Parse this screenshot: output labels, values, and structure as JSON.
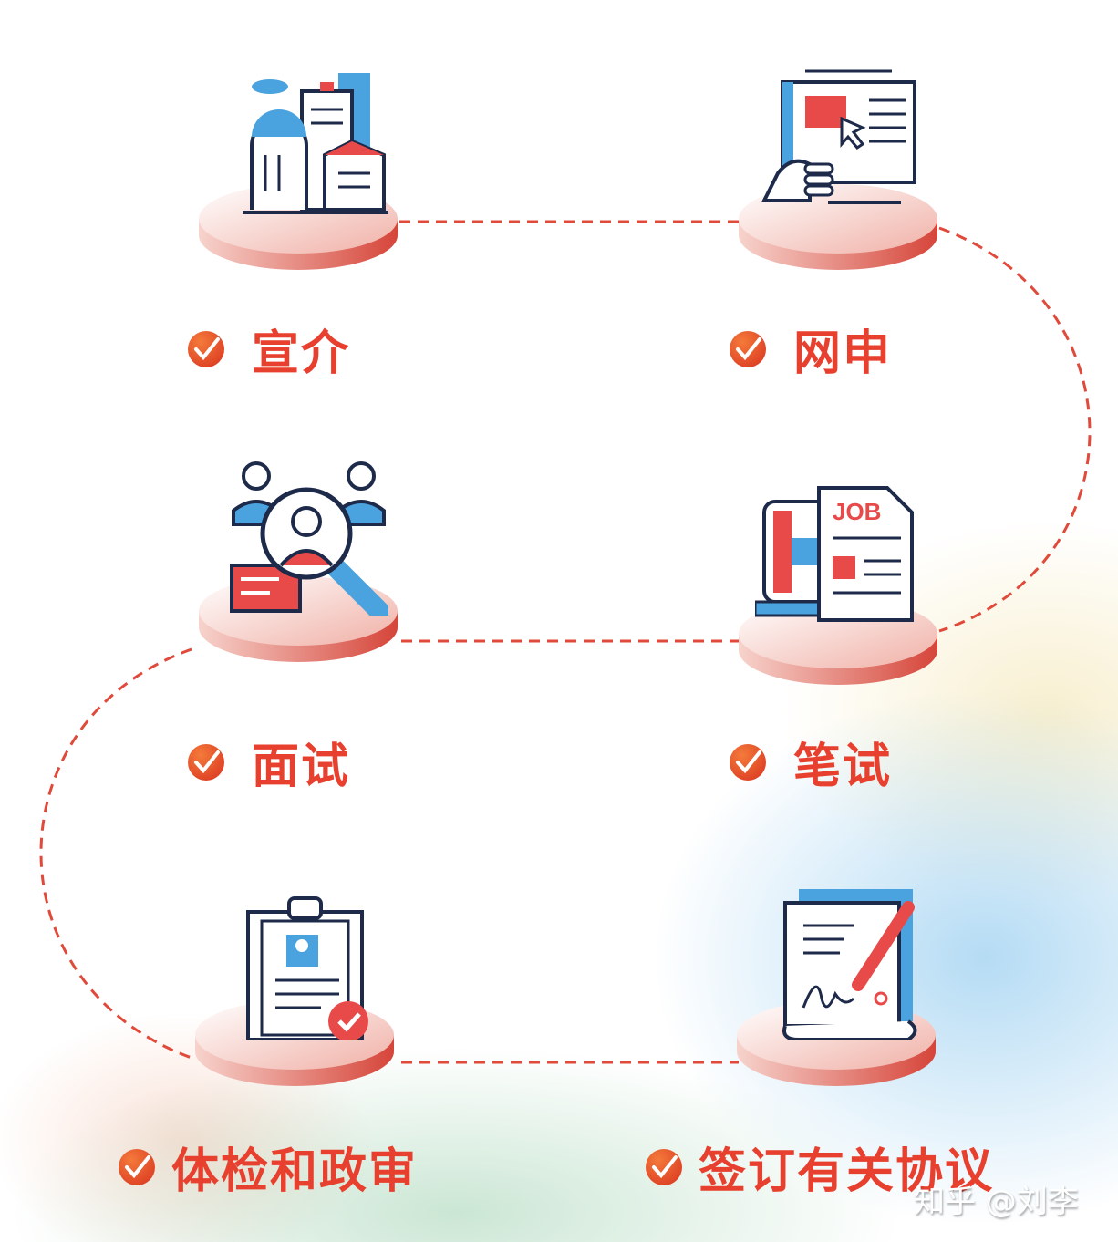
{
  "colors": {
    "accent": "#e8402f",
    "line": "#e04a3a",
    "icon_navy": "#1e2a4a",
    "icon_blue": "#4aa3df",
    "icon_red": "#e84a4a"
  },
  "steps": [
    {
      "label": "宣介",
      "icon": "city-buildings-icon"
    },
    {
      "label": "网申",
      "icon": "online-application-icon"
    },
    {
      "label": "面试",
      "icon": "interview-search-icon"
    },
    {
      "label": "笔试",
      "icon": "job-document-icon"
    },
    {
      "label": "体检和政审",
      "icon": "clipboard-check-icon"
    },
    {
      "label": "签订有关协议",
      "icon": "contract-sign-icon"
    }
  ],
  "icon_texts": {
    "job": "JOB"
  },
  "watermark": "知乎 @刘李"
}
